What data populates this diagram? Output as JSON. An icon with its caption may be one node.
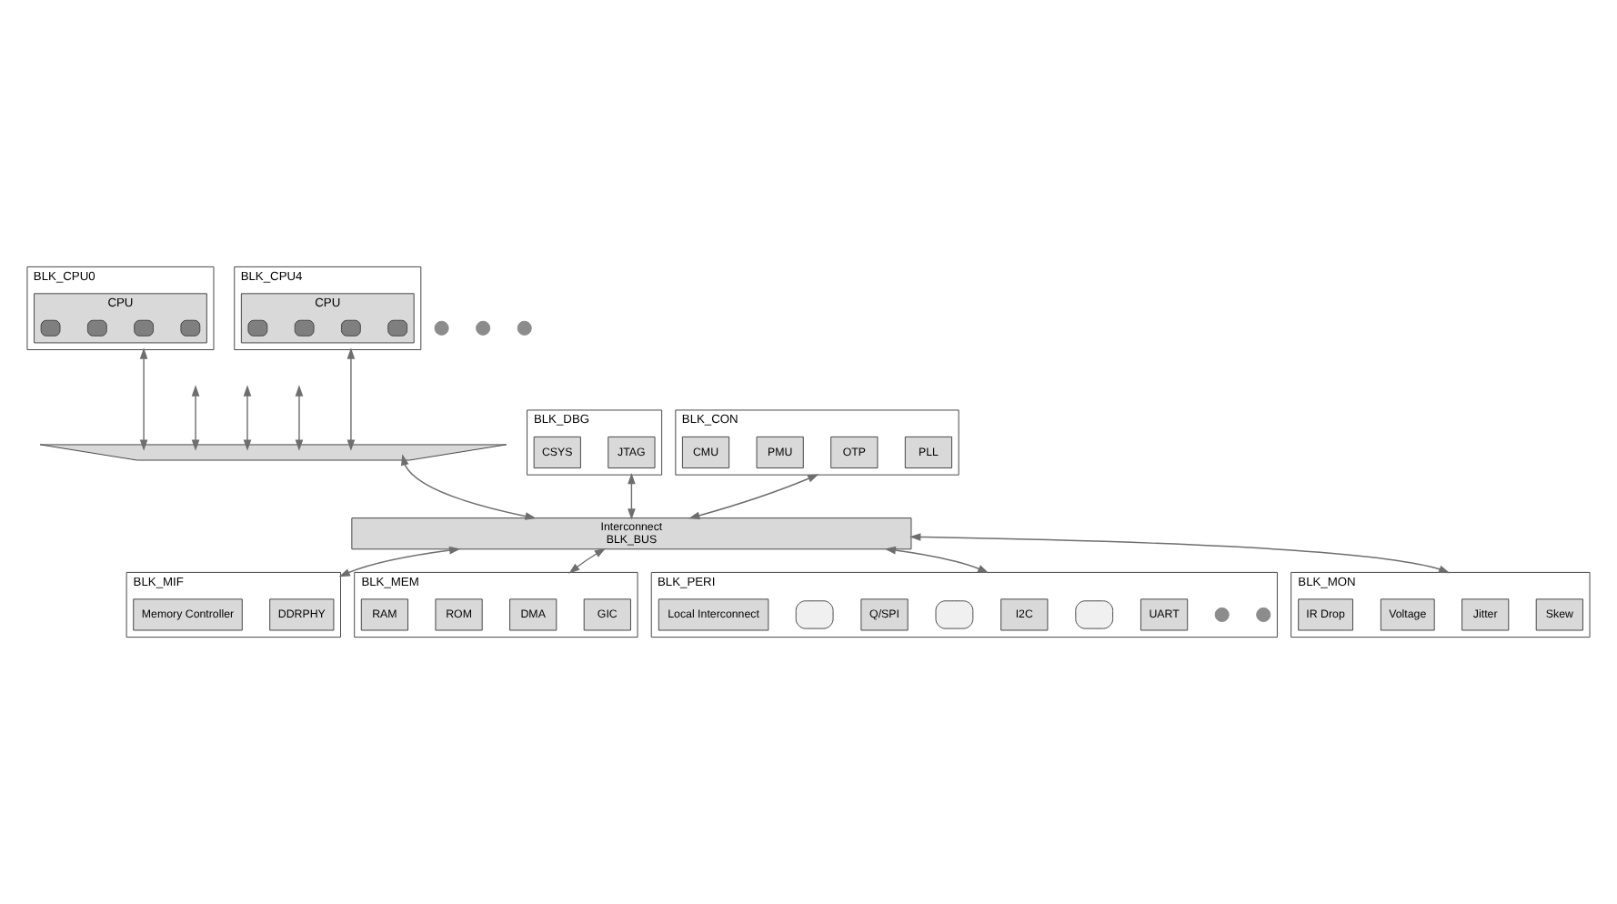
{
  "diagram": {
    "nodes": [
      {
        "text": [
          "BLK_CPU0"
        ]
      },
      {
        "text": [
          "CPU"
        ],
        "in": 0
      },
      {
        "text": [],
        "shape": "box",
        "in": 1
      },
      {
        "text": [],
        "shape": "box",
        "in": 1
      },
      {
        "text": [],
        "shape": "box",
        "in": 1
      },
      {
        "text": [],
        "shape": "box",
        "in": 1
      },
      {
        "text": [],
        "shape": "circle"
      },
      {
        "text": [],
        "shape": "circle"
      },
      {
        "text": [],
        "shape": "circle"
      },
      {
        "text": [
          "BLK_CPU4"
        ]
      },
      {
        "text": [
          "CPU"
        ],
        "in": 9
      },
      {
        "text": [],
        "shape": "box",
        "in": 10
      },
      {
        "text": [],
        "shape": "box",
        "in": 10
      },
      {
        "text": [],
        "shape": "box",
        "in": 10
      },
      {
        "text": [],
        "shape": "box",
        "in": 10
      },
      {
        "text": [
          "BLK_DBG"
        ]
      },
      {
        "text": [
          "CSYS"
        ],
        "in": 15
      },
      {
        "text": [
          "JTAG"
        ],
        "in": 15
      },
      {
        "text": [
          "BLK_CON"
        ]
      },
      {
        "text": [
          "CMU"
        ],
        "in": 18
      },
      {
        "text": [
          "PMU"
        ],
        "in": 18
      },
      {
        "text": [
          "OTP"
        ],
        "in": 18
      },
      {
        "text": [
          "PLL"
        ],
        "in": 18
      },
      {
        "text": [],
        "shape": "bar"
      },
      {
        "text": [
          "Interconnect",
          "BLK_BUS"
        ]
      },
      {
        "text": [
          "BLK_MIF"
        ]
      },
      {
        "text": [
          "Memory Controller"
        ],
        "in": 25
      },
      {
        "text": [
          "DDRPHY"
        ],
        "in": 25
      },
      {
        "text": [
          "BLK_MEM"
        ]
      },
      {
        "text": [
          "RAM"
        ],
        "in": 28
      },
      {
        "text": [
          "ROM"
        ],
        "in": 28
      },
      {
        "text": [
          "DMA"
        ],
        "in": 28
      },
      {
        "text": [
          "GIC"
        ],
        "in": 28
      },
      {
        "text": [
          "BLK_PERI"
        ]
      },
      {
        "text": [
          "Local Interconnect"
        ],
        "in": 33
      },
      {
        "text": [],
        "shape": "box",
        "in": 33
      },
      {
        "text": [
          "Q/SPI"
        ],
        "in": 33
      },
      {
        "text": [],
        "shape": "box",
        "in": 33
      },
      {
        "text": [
          "I2C"
        ],
        "in": 33
      },
      {
        "text": [],
        "shape": "box",
        "in": 33
      },
      {
        "text": [
          "UART"
        ],
        "in": 33
      },
      {
        "text": [],
        "shape": "circle",
        "in": 33
      },
      {
        "text": [],
        "shape": "circle",
        "in": 33
      },
      {
        "text": [
          "BLK_MON"
        ]
      },
      {
        "text": [
          "IR Drop"
        ],
        "in": 43
      },
      {
        "text": [
          "Voltage"
        ],
        "in": 43
      },
      {
        "text": [
          "Jitter"
        ],
        "in": 43
      },
      {
        "text": [
          "Skew"
        ],
        "in": 43
      }
    ],
    "edges": [
      {
        "from": 0,
        "to": 23,
        "arrow": "both"
      },
      {
        "from": null,
        "to": 23,
        "arrow": "both"
      },
      {
        "from": null,
        "to": 23,
        "arrow": "both"
      },
      {
        "from": null,
        "to": 23,
        "arrow": "both"
      },
      {
        "from": 9,
        "to": 23,
        "arrow": "both"
      },
      {
        "from": 23,
        "to": 24,
        "arrow": "both"
      },
      {
        "from": 15,
        "to": 24,
        "arrow": "both"
      },
      {
        "from": 18,
        "to": 24,
        "arrow": "both"
      },
      {
        "from": 24,
        "to": 25,
        "arrow": "both"
      },
      {
        "from": 24,
        "to": 28,
        "arrow": "both"
      },
      {
        "from": 24,
        "to": 33,
        "arrow": "both"
      },
      {
        "from": 24,
        "to": 43,
        "arrow": "both"
      }
    ]
  }
}
